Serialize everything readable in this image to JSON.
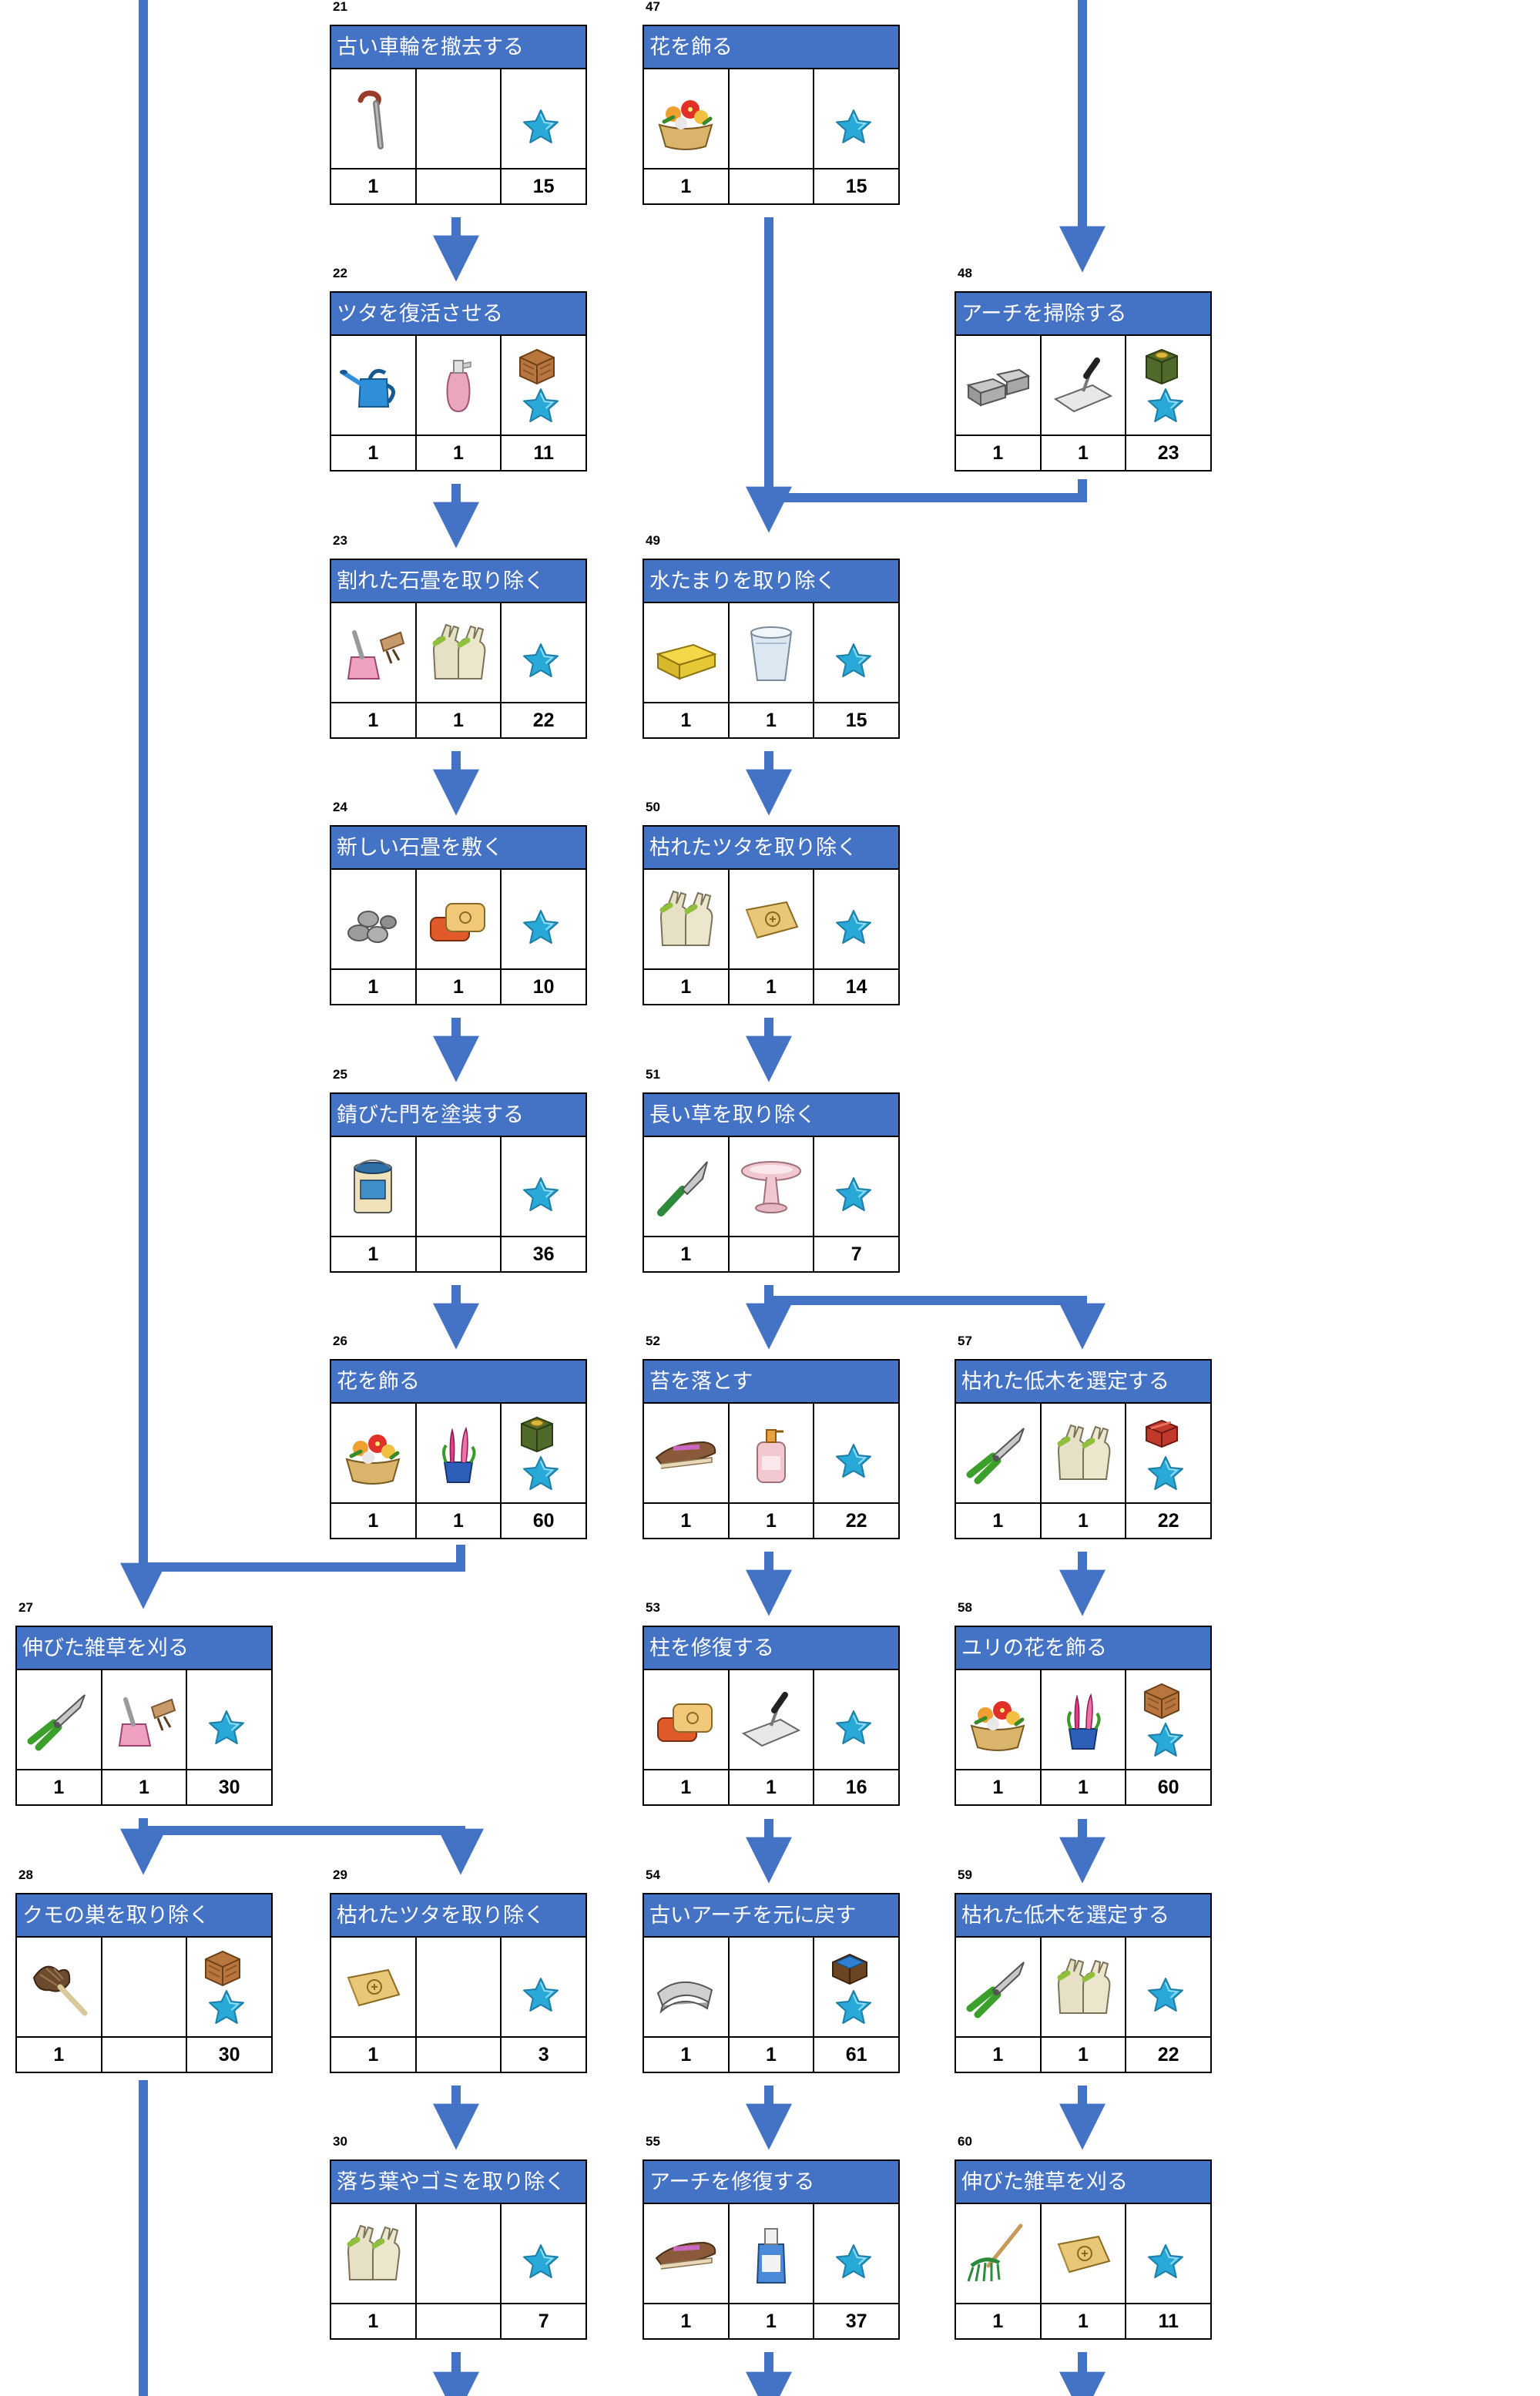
{
  "colors": {
    "header": "#4472c4",
    "connector": "#4472c4",
    "star": "#29a9d8"
  },
  "tasks": [
    {
      "id": "t21",
      "number": "21",
      "title": "古い車輪を撤去する",
      "items": [
        {
          "icon": "crowbar-icon"
        },
        {
          "icon": "empty"
        },
        {
          "icon": "star-icon"
        }
      ],
      "counts": [
        "1",
        "",
        "15"
      ]
    },
    {
      "id": "t22",
      "number": "22",
      "title": "ツタを復活させる",
      "items": [
        {
          "icon": "watering-can-icon"
        },
        {
          "icon": "spray-bottle-icon"
        },
        {
          "icon": "crate-star-icon"
        }
      ],
      "counts": [
        "1",
        "1",
        "11"
      ]
    },
    {
      "id": "t23",
      "number": "23",
      "title": "割れた石畳を取り除く",
      "items": [
        {
          "icon": "dustpan-icon"
        },
        {
          "icon": "gloves-icon"
        },
        {
          "icon": "star-icon"
        }
      ],
      "counts": [
        "1",
        "1",
        "22"
      ]
    },
    {
      "id": "t24",
      "number": "24",
      "title": "新しい石畳を敷く",
      "items": [
        {
          "icon": "stones-icon"
        },
        {
          "icon": "sandbags-icon"
        },
        {
          "icon": "star-icon"
        }
      ],
      "counts": [
        "1",
        "1",
        "10"
      ]
    },
    {
      "id": "t25",
      "number": "25",
      "title": "錆びた門を塗装する",
      "items": [
        {
          "icon": "paint-can-icon"
        },
        {
          "icon": "empty"
        },
        {
          "icon": "star-icon"
        }
      ],
      "counts": [
        "1",
        "",
        "36"
      ]
    },
    {
      "id": "t26",
      "number": "26",
      "title": "花を飾る",
      "items": [
        {
          "icon": "flower-basket-icon"
        },
        {
          "icon": "hyacinth-pot-icon"
        },
        {
          "icon": "green-box-star-icon"
        }
      ],
      "counts": [
        "1",
        "1",
        "60"
      ]
    },
    {
      "id": "t27",
      "number": "27",
      "title": "伸びた雑草を刈る",
      "items": [
        {
          "icon": "shears-icon"
        },
        {
          "icon": "dustpan-icon"
        },
        {
          "icon": "star-icon"
        }
      ],
      "counts": [
        "1",
        "1",
        "30"
      ]
    },
    {
      "id": "t28",
      "number": "28",
      "title": "クモの巣を取り除く",
      "items": [
        {
          "icon": "feather-duster-icon"
        },
        {
          "icon": "empty"
        },
        {
          "icon": "crate-star-icon"
        }
      ],
      "counts": [
        "1",
        "",
        "30"
      ]
    },
    {
      "id": "t29",
      "number": "29",
      "title": "枯れたツタを取り除く",
      "items": [
        {
          "icon": "seed-bag-icon"
        },
        {
          "icon": "empty"
        },
        {
          "icon": "star-icon"
        }
      ],
      "counts": [
        "1",
        "",
        "3"
      ]
    },
    {
      "id": "t30",
      "number": "30",
      "title": "落ち葉やゴミを取り除く",
      "items": [
        {
          "icon": "gloves-icon"
        },
        {
          "icon": "empty"
        },
        {
          "icon": "star-icon"
        }
      ],
      "counts": [
        "1",
        "",
        "7"
      ]
    },
    {
      "id": "t47",
      "number": "47",
      "title": "花を飾る",
      "items": [
        {
          "icon": "flower-basket-icon"
        },
        {
          "icon": "empty"
        },
        {
          "icon": "star-icon"
        }
      ],
      "counts": [
        "1",
        "",
        "15"
      ]
    },
    {
      "id": "t48",
      "number": "48",
      "title": "アーチを掃除する",
      "items": [
        {
          "icon": "stone-blocks-icon"
        },
        {
          "icon": "trowel-icon"
        },
        {
          "icon": "green-box-star-icon"
        }
      ],
      "counts": [
        "1",
        "1",
        "23"
      ]
    },
    {
      "id": "t49",
      "number": "49",
      "title": "水たまりを取り除く",
      "items": [
        {
          "icon": "sponge-icon"
        },
        {
          "icon": "bucket-icon"
        },
        {
          "icon": "star-icon"
        }
      ],
      "counts": [
        "1",
        "1",
        "15"
      ]
    },
    {
      "id": "t50",
      "number": "50",
      "title": "枯れたツタを取り除く",
      "items": [
        {
          "icon": "gloves-icon"
        },
        {
          "icon": "seed-bag-icon"
        },
        {
          "icon": "star-icon"
        }
      ],
      "counts": [
        "1",
        "1",
        "14"
      ]
    },
    {
      "id": "t51",
      "number": "51",
      "title": "長い草を取り除く",
      "items": [
        {
          "icon": "knife-icon"
        },
        {
          "icon": "birdbath-icon"
        },
        {
          "icon": "star-icon"
        }
      ],
      "counts": [
        "1",
        "",
        "7"
      ]
    },
    {
      "id": "t52",
      "number": "52",
      "title": "苔を落とす",
      "items": [
        {
          "icon": "brush-icon"
        },
        {
          "icon": "soap-bottle-icon"
        },
        {
          "icon": "star-icon"
        }
      ],
      "counts": [
        "1",
        "1",
        "22"
      ]
    },
    {
      "id": "t53",
      "number": "53",
      "title": "柱を修復する",
      "items": [
        {
          "icon": "sandbags-icon"
        },
        {
          "icon": "trowel-icon"
        },
        {
          "icon": "star-icon"
        }
      ],
      "counts": [
        "1",
        "1",
        "16"
      ]
    },
    {
      "id": "t54",
      "number": "54",
      "title": "古いアーチを元に戻す",
      "items": [
        {
          "icon": "arch-stone-icon"
        },
        {
          "icon": "empty"
        },
        {
          "icon": "blue-box-star-icon"
        }
      ],
      "counts": [
        "1",
        "1",
        "61"
      ]
    },
    {
      "id": "t55",
      "number": "55",
      "title": "アーチを修復する",
      "items": [
        {
          "icon": "brush-icon"
        },
        {
          "icon": "cleaner-bottle-icon"
        },
        {
          "icon": "star-icon"
        }
      ],
      "counts": [
        "1",
        "1",
        "37"
      ]
    },
    {
      "id": "t57",
      "number": "57",
      "title": "枯れた低木を選定する",
      "items": [
        {
          "icon": "shears-icon"
        },
        {
          "icon": "gloves-icon"
        },
        {
          "icon": "red-box-star-icon"
        }
      ],
      "counts": [
        "1",
        "1",
        "22"
      ]
    },
    {
      "id": "t58",
      "number": "58",
      "title": "ユリの花を飾る",
      "items": [
        {
          "icon": "flower-basket-icon"
        },
        {
          "icon": "hyacinth-pot-icon"
        },
        {
          "icon": "crate-star-icon"
        }
      ],
      "counts": [
        "1",
        "1",
        "60"
      ]
    },
    {
      "id": "t59",
      "number": "59",
      "title": "枯れた低木を選定する",
      "items": [
        {
          "icon": "shears-icon"
        },
        {
          "icon": "gloves-icon"
        },
        {
          "icon": "star-icon"
        }
      ],
      "counts": [
        "1",
        "1",
        "22"
      ]
    },
    {
      "id": "t60",
      "number": "60",
      "title": "伸びた雑草を刈る",
      "items": [
        {
          "icon": "rake-icon"
        },
        {
          "icon": "seed-bag-icon"
        },
        {
          "icon": "star-icon"
        }
      ],
      "counts": [
        "1",
        "1",
        "11"
      ]
    }
  ]
}
